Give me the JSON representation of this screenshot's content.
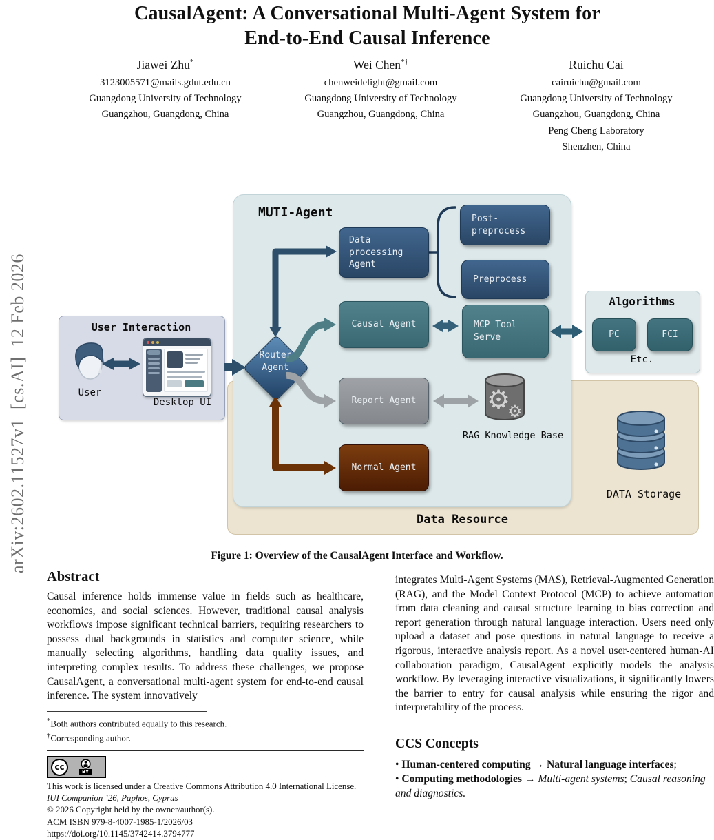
{
  "arxiv_banner": "arXiv:2602.11527v1  [cs.AI]  12 Feb 2026",
  "header": {
    "title_line1": "CausalAgent: A Conversational Multi-Agent System for",
    "title_line2": "End-to-End Causal Inference"
  },
  "authors": [
    {
      "name": "Jiawei Zhu",
      "marks": "*",
      "lines": [
        "3123005571@mails.gdut.edu.cn",
        "Guangdong University of Technology",
        "Guangzhou, Guangdong, China"
      ]
    },
    {
      "name": "Wei Chen",
      "marks": "*†",
      "lines": [
        "chenweidelight@gmail.com",
        "Guangdong University of Technology",
        "Guangzhou, Guangdong, China"
      ]
    },
    {
      "name": "Ruichu Cai",
      "marks": "",
      "lines": [
        "cairuichu@gmail.com",
        "Guangdong University of Technology",
        "Guangzhou, Guangdong, China",
        "Peng Cheng Laboratory",
        "Shenzhen, China"
      ]
    }
  ],
  "figure": {
    "caption": "Figure 1: Overview of the CausalAgent Interface and Workflow.",
    "panels": {
      "muti_agent": "MUTI-Agent",
      "user_interaction": "User Interaction",
      "algorithms": "Algorithms",
      "data_resource": "Data Resource"
    },
    "nodes": {
      "data_processing": "Data\nprocessing\nAgent",
      "post_preprocess": "Post-\npreprocess",
      "preprocess": "Preprocess",
      "causal_agent": "Causal Agent",
      "mcp_tool_serve": "MCP Tool\nServe",
      "report_agent": "Report Agent",
      "normal_agent": "Normal Agent",
      "router_agent": "Router\nAgent",
      "pc": "PC",
      "fci": "FCI",
      "etc": "Etc."
    },
    "labels": {
      "user": "User",
      "desktop_ui": "Desktop UI",
      "rag_knowledge_base": "RAG Knowledge Base",
      "data_storage": "DATA Storage"
    },
    "icons": {
      "user": "user-profile-icon",
      "desktop": "desktop-window-icon",
      "rag": "gears-cylinder-icon",
      "database": "database-stack-icon"
    },
    "colors": {
      "dark_blue_box": "#33557a",
      "teal_box": "#46757f",
      "gray_box": "#8f9296",
      "brown_box": "#5f2a07",
      "router_blue": "#3c6a96",
      "panel_light": "#dce8ea",
      "panel_beige": "#ece3d0",
      "panel_lavender": "#d7dbe7",
      "arrow_dark_blue": "#2d4f6b",
      "arrow_teal": "#4e7d86",
      "arrow_gray": "#9da2a6",
      "arrow_brown": "#6b3208"
    }
  },
  "abstract": {
    "heading": "Abstract",
    "text": "Causal inference holds immense value in fields such as healthcare, economics, and social sciences. However, traditional causal analysis workflows impose significant technical barriers, requiring researchers to possess dual backgrounds in statistics and computer science, while manually selecting algorithms, handling data quality issues, and interpreting complex results. To address these challenges, we propose CausalAgent, a conversational multi-agent system for end-to-end causal inference. The system innovatively"
  },
  "right_column": {
    "text": "integrates Multi-Agent Systems (MAS), Retrieval-Augmented Generation (RAG), and the Model Context Protocol (MCP) to achieve automation from data cleaning and causal structure learning to bias correction and report generation through natural language interaction. Users need only upload a dataset and pose questions in natural language to receive a rigorous, interactive analysis report. As a novel user-centered human-AI collaboration paradigm, CausalAgent explicitly models the analysis workflow. By leveraging interactive visualizations, it significantly lowers the barrier to entry for causal analysis while ensuring the rigor and interpretability of the process."
  },
  "footnotes": {
    "f1_mark": "*",
    "f1_text": "Both authors contributed equally to this research.",
    "f2_mark": "†",
    "f2_text": "Corresponding author."
  },
  "license": {
    "badge_cc": "cc",
    "badge_by": "BY",
    "line1": "This work is licensed under a Creative Commons Attribution 4.0 International License.",
    "conference": "IUI Companion ’26, Paphos, Cyprus",
    "copyright": "© 2026 Copyright held by the owner/author(s).",
    "isbn": "ACM ISBN 979-8-4007-1985-1/2026/03",
    "doi": "https://doi.org/10.1145/3742414.3794777"
  },
  "ccs": {
    "heading": "CCS Concepts",
    "bullet": "•",
    "item1": {
      "b1": "Human-centered computing",
      "arrow": "→",
      "b2": "Natural language interfaces",
      "tail": ";"
    },
    "item2": {
      "b1": "Computing methodologies",
      "arrow": "→",
      "i1": "Multi-agent systems",
      "sep": ";",
      "i2": "Causal reasoning and diagnostics."
    }
  }
}
